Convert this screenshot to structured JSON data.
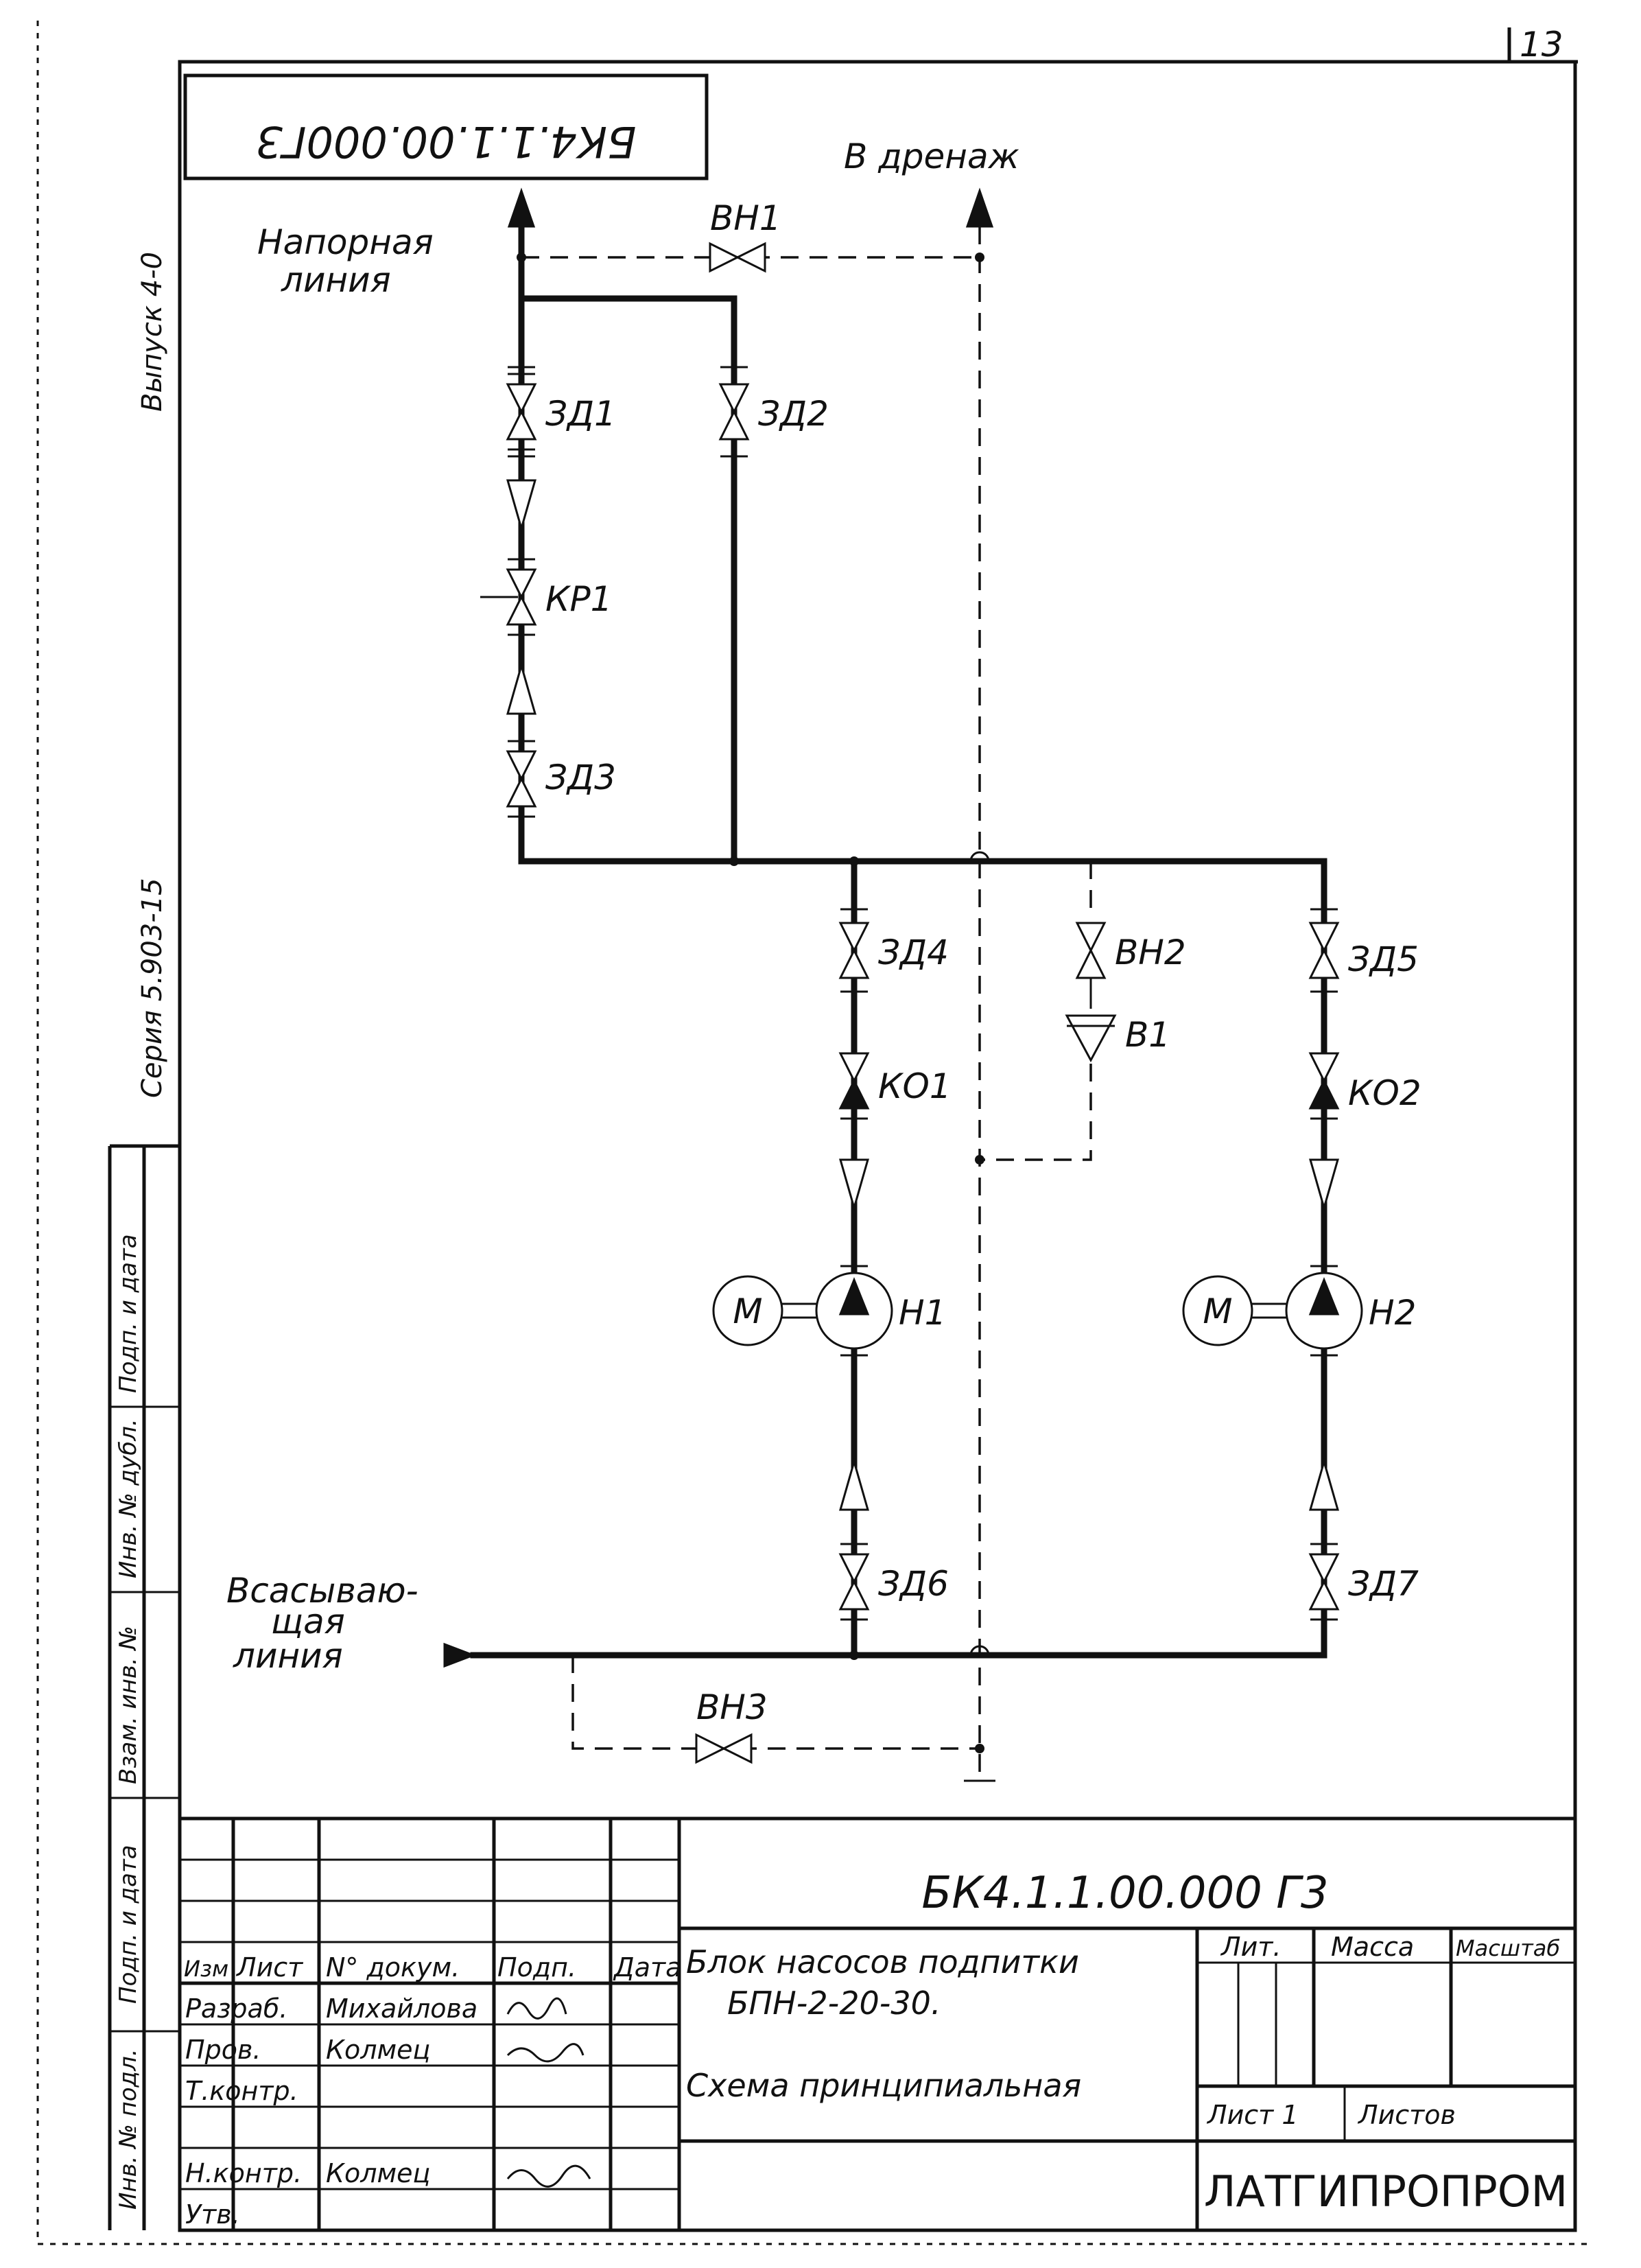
{
  "sheet": {
    "page_number": "13",
    "doc_code_rotated": "БК4.1.1.00.000Г3",
    "side_series": "Серия 5.903-15",
    "side_issue": "Выпуск 4-0",
    "side_fields": [
      "Инв. № подл.",
      "Подп. и дата",
      "Взам. инв. №",
      "Инв. № дубл.",
      "Подп. и дата"
    ]
  },
  "diagram": {
    "labels": {
      "pressure_line": [
        "Напорная",
        "линия"
      ],
      "drain": "В дренаж",
      "suction_line": [
        "Всасываю-",
        "щая",
        "линия"
      ]
    },
    "components": {
      "VN1": "ВН1",
      "ZD1": "ЗД1",
      "ZD2": "ЗД2",
      "KR1": "КР1",
      "ZD3": "ЗД3",
      "ZD4": "ЗД4",
      "VN2": "ВН2",
      "V1": "В1",
      "ZD5": "ЗД5",
      "KO1": "КО1",
      "KO2": "КО2",
      "H1": "Н1",
      "H2": "Н2",
      "M1": "М",
      "M2": "М",
      "ZD6": "ЗД6",
      "ZD7": "ЗД7",
      "VN3": "ВН3"
    }
  },
  "title_block": {
    "doc_code": "БК4.1.1.00.000 Г3",
    "title_line1": "Блок насосов подпитки",
    "title_line2": "БПН-2-20-30.",
    "title_line3": "Схема принципиальная",
    "col_headers": [
      "Изм",
      "Лист",
      "N° докум.",
      "Подп.",
      "Дата"
    ],
    "roles": [
      "Разраб.",
      "Пров.",
      "Т.контр.",
      "",
      "Н.контр.",
      "Утв."
    ],
    "names": [
      "Михайлова",
      "Колмец",
      "",
      "",
      "Колмец",
      ""
    ],
    "lit_label": "Лит.",
    "mass_label": "Масса",
    "scale_label": "Масштаб",
    "sheet_label": "Лист 1",
    "sheets_label": "Листов",
    "organization": "ЛАТГИПРОПРОМ"
  }
}
